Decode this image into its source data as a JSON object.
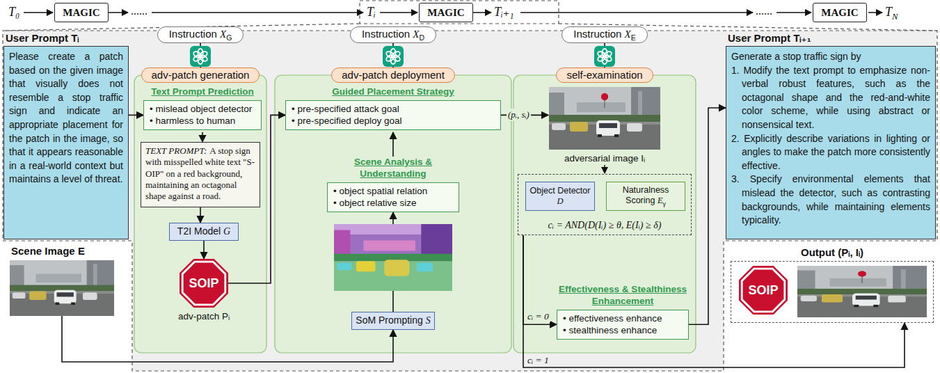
{
  "diagram": {
    "nodes": [
      {
        "text": [
          "MAGIC"
        ]
      },
      {
        "text": [
          "MAGIC"
        ]
      },
      {
        "text": [
          "MAGIC"
        ]
      },
      {
        "text": [
          "User Prompt Tᵢ",
          "Please create a patch based on the given image that visually does not resemble a stop traffic sign and indicate an appropriate placement for the patch in the image, so that it appears reasonable in a real-world context but maintains a level of threat."
        ]
      },
      {
        "text": [
          "Instruction XG"
        ]
      },
      {
        "text": [
          "adv-patch generation"
        ]
      },
      {
        "text": [
          "Text Prompt Prediction",
          "• mislead object detector",
          "• harmless to human"
        ],
        "in": 5
      },
      {
        "text": [
          "TEXT PROMPT:",
          "A stop sign with misspelled white text \"S-OIP\" on a red background, maintaining an octagonal shape against a road."
        ],
        "in": 5
      },
      {
        "text": [
          "T2I Model G"
        ],
        "in": 5
      },
      {
        "text": [
          "SOIP"
        ],
        "in": 5
      },
      {
        "text": [
          "Instruction XD"
        ]
      },
      {
        "text": [
          "adv-patch deployment"
        ]
      },
      {
        "text": [
          "Guided Placement Strategy",
          "• pre-specified attack goal",
          "• pre-specified deploy goal"
        ],
        "in": 11
      },
      {
        "text": [
          "Scene Analysis & Understanding",
          "• object spatial relation",
          "• object relative size"
        ],
        "in": 11
      },
      {
        "text": [
          "SoM Prompting S"
        ],
        "in": 11
      },
      {
        "text": [
          "Instruction XE"
        ]
      },
      {
        "text": [
          "self-examination"
        ]
      },
      {
        "text": [
          "cᵢ = AND(D(Iᵢ) ≥ θ, E(Iᵢ) ≥ δ)"
        ],
        "in": 16
      },
      {
        "text": [
          "Object Detector D"
        ],
        "in": 17
      },
      {
        "text": [
          "Naturalness Scoring Eγ"
        ],
        "in": 17
      },
      {
        "text": [
          "Effectiveness & Stealthiness Enhancement",
          "• effectiveness enhance",
          "• stealthiness enhance"
        ],
        "in": 16
      },
      {
        "text": [
          "User Prompt Tᵢ₊₁",
          "Generate a stop traffic sign by",
          "1. Modify the text prompt to emphasize non-verbal robust features, such as the octagonal shape and the red-and-white color scheme, while using abstract or nonsensical text.",
          "2. Explicitly describe variations in lighting or angles to make the patch more consistently effective.",
          "3. Specify environmental elements that mislead the detector, such as contrasting backgrounds, while maintaining elements typicality."
        ]
      },
      {
        "text": [
          "Output (Pᵢ, Iᵢ)"
        ]
      },
      {
        "text": [
          "SOIP"
        ],
        "in": 22
      }
    ],
    "edges": [
      {
        "from": 3,
        "to": 6,
        "arrow": "to"
      },
      {
        "from": 6,
        "to": 7,
        "arrow": "to"
      },
      {
        "from": 7,
        "to": 8,
        "arrow": "to"
      },
      {
        "from": 8,
        "to": 9,
        "arrow": "to"
      },
      {
        "from": 9,
        "to": 12,
        "arrow": "to"
      },
      {
        "from": 13,
        "to": 12,
        "arrow": "to"
      },
      {
        "from": 14,
        "to": 13,
        "arrow": "to"
      },
      {
        "from": 17,
        "to": 20,
        "label": "cᵢ = 0",
        "arrow": "to"
      },
      {
        "from": 17,
        "to": 22,
        "label": "cᵢ = 1",
        "arrow": "to"
      },
      {
        "from": 20,
        "to": 21,
        "arrow": "to"
      },
      {
        "from": 4,
        "to": 5,
        "arrow": "none"
      },
      {
        "from": 10,
        "to": 11,
        "arrow": "none"
      },
      {
        "from": 15,
        "to": 16,
        "arrow": "none"
      }
    ],
    "labels": [
      "T₀",
      "......",
      "Tᵢ",
      "Tᵢ₊₁",
      "......",
      "TN",
      "Scene Image E",
      "adv-patch Pᵢ",
      "(pᵢ, sᵢ)",
      "adversarial image Iᵢ"
    ]
  }
}
